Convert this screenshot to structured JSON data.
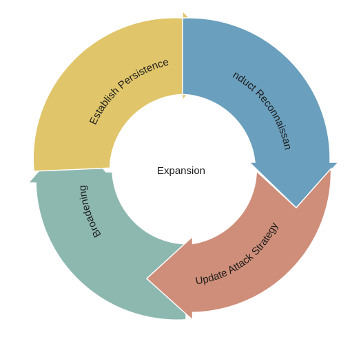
{
  "diagram": {
    "center_label": "Expansion",
    "segments": [
      {
        "label": "Establish Persistence",
        "color": "#e0c56a"
      },
      {
        "label": "Conduct Reconnaissance",
        "color": "#6a9fbd"
      },
      {
        "label": "Update Attack Strategy",
        "color": "#cf8e79"
      },
      {
        "label": "Broadening",
        "color": "#8db8b0"
      }
    ]
  }
}
